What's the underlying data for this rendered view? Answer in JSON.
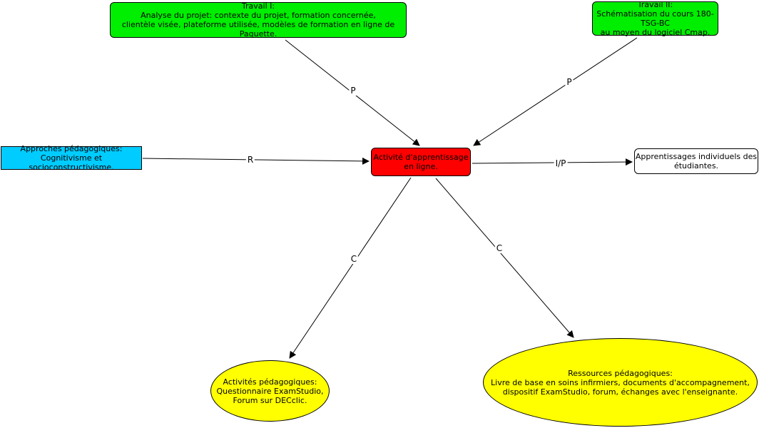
{
  "colors": {
    "green": "#00ee00",
    "cyan": "#00ccff",
    "red": "#ff0000",
    "white": "#ffffff",
    "yellow": "#ffff00",
    "line": "#000000"
  },
  "nodes": {
    "travail1": "Travail I:\nAnalyse du projet: contexte du projet, formation concernée,\nclientèle visée, plateforme utilisée, modèles de formation en ligne de Paquette.",
    "travail2": "Travail II:\nSchématisation du cours 180-TSG-BC\nau moyen du logiciel Cmap.",
    "approches": "Approches pédagogiques:\nCognitivisme et socioconstructivisme.",
    "centre": "Activité d'apprentissage\nen ligne.",
    "apprentissages": "Apprentissages individuels des\nétudiantes.",
    "activites": "Activités pédagogiques:\nQuestionnaire ExamStudio,\nForum sur DECclic.",
    "ressources": "Ressources pédagogiques:\nLivre de base en soins infirmiers, documents d'accompagnement,\ndispositif ExamStudio, forum, échanges avec l'enseignante."
  },
  "links": {
    "l_travail1": "P",
    "l_travail2": "P",
    "l_approches": "R",
    "l_apprentissages": "I/P",
    "l_activites": "C",
    "l_ressources": "C"
  }
}
